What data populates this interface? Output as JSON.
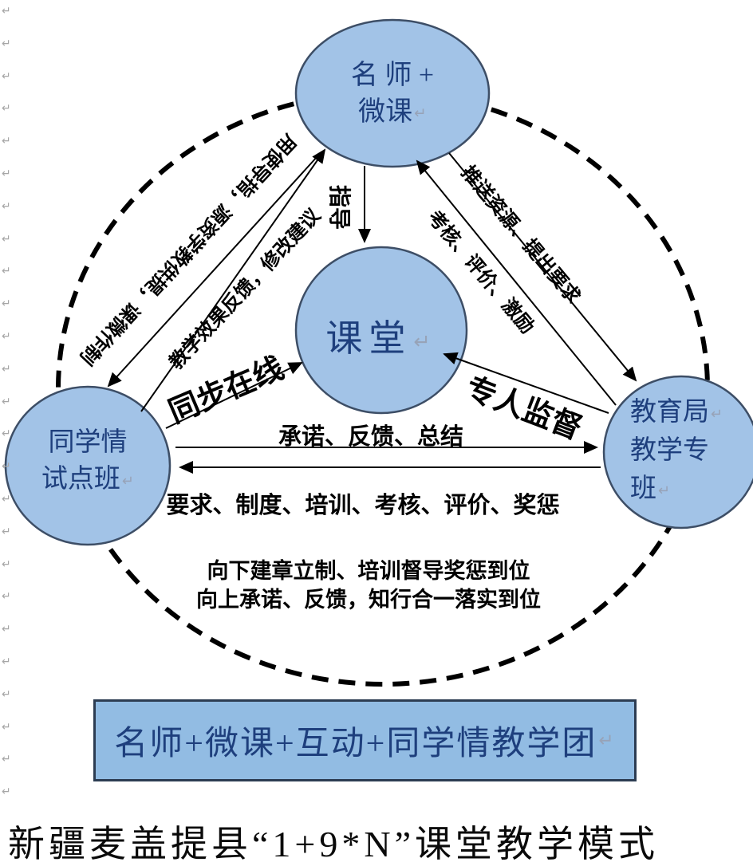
{
  "marks": {
    "paragraph_mark": "↵",
    "margin_mark": "↵",
    "margin_count": 25
  },
  "colors": {
    "circle_fill": "#a2c3e7",
    "circle_border": "#3d4e66",
    "banner_fill": "#92bce3",
    "banner_border": "#2c3c52",
    "node_text": "#1e3f7d",
    "line": "#000000"
  },
  "nodes": {
    "teacher": {
      "line1": "名 师 +",
      "line2": "微课"
    },
    "classroom": {
      "line1": "课堂"
    },
    "pilot": {
      "line1": "同学情",
      "line2": "试点班"
    },
    "bureau": {
      "line1": "教育局",
      "line2": "教学专",
      "line3": "班"
    }
  },
  "edge_labels": {
    "teacher_to_pilot": "制作微课，提供教学资源，指导使用",
    "pilot_to_teacher": "教学效果反馈，修改建议",
    "teacher_bureau_upper": "推送资源、提出要求",
    "teacher_bureau_lower": "考核、评价、激励",
    "teacher_to_classroom": "指导",
    "pilot_to_classroom": "同步在线",
    "bureau_to_classroom": "专人监督",
    "pilot_to_bureau": "承诺、反馈、总结",
    "bureau_to_pilot": "要求、制度、培训、考核、评价、奖惩",
    "note_line1": "向下建章立制、培训督导奖惩到位",
    "note_line2": "向上承诺、反馈，知行合一落实到位"
  },
  "banner": {
    "label": "名师+微课+互动+同学情教学团"
  },
  "caption": "新疆麦盖提县“1+9*N”课堂教学模式"
}
